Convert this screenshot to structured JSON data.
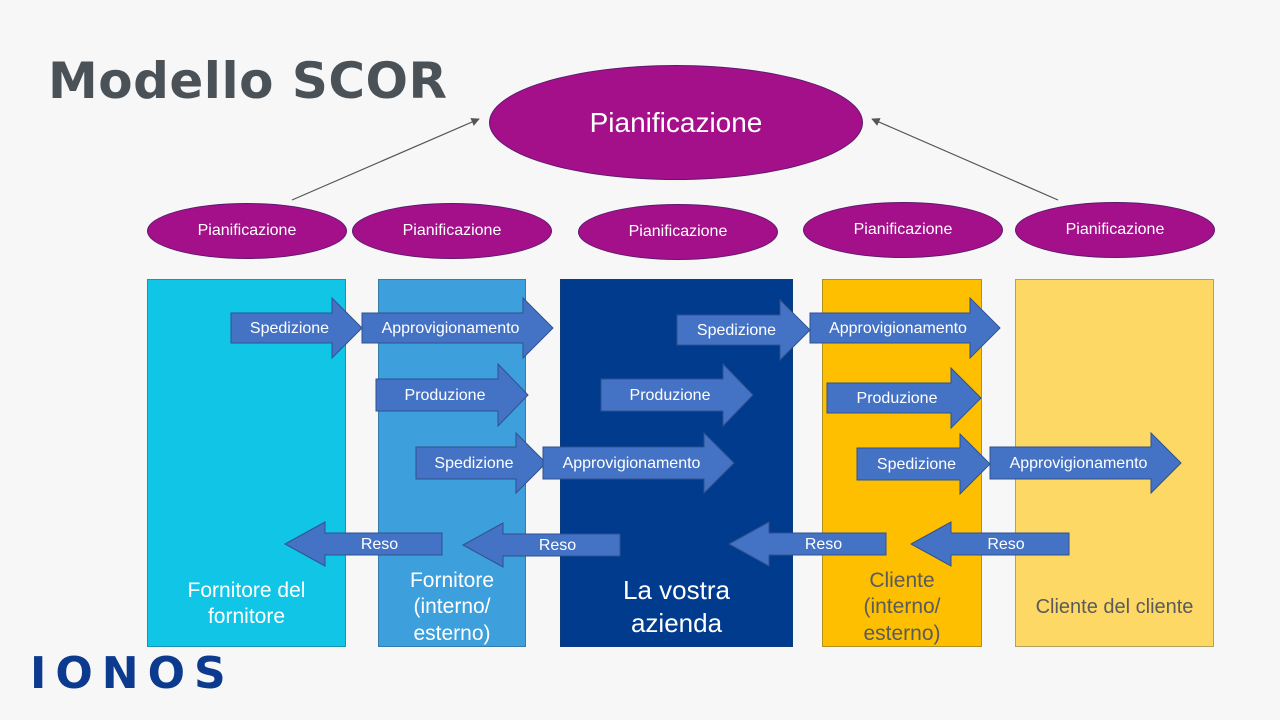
{
  "title": "Modello SCOR",
  "logo": "IONOS",
  "top_planning": "Pianificazione",
  "planning_ellipses": [
    "Pianificazione",
    "Pianificazione",
    "Pianificazione",
    "Pianificazione",
    "Pianificazione"
  ],
  "columns": [
    {
      "label": "Fornitore del fornitore",
      "color": "#10c5e6",
      "text_color": "#ffffff"
    },
    {
      "label": "Fornitore (interno/ esterno)",
      "color": "#3d9fdb",
      "text_color": "#ffffff"
    },
    {
      "label": "La vostra azienda",
      "color": "#003b8e",
      "text_color": "#ffffff"
    },
    {
      "label": "Cliente (interno/ esterno)",
      "color": "#fdbf00",
      "text_color": "#5b5b5b"
    },
    {
      "label": "Cliente del cliente",
      "color": "#fdd865",
      "text_color": "#5b5b5b"
    }
  ],
  "arrows": [
    {
      "label": "Spedizione",
      "direction": "right"
    },
    {
      "label": "Approvigionamento",
      "direction": "right"
    },
    {
      "label": "Spedizione",
      "direction": "right"
    },
    {
      "label": "Approvigionamento",
      "direction": "right"
    },
    {
      "label": "Produzione",
      "direction": "right"
    },
    {
      "label": "Produzione",
      "direction": "right"
    },
    {
      "label": "Produzione",
      "direction": "right"
    },
    {
      "label": "Spedizione",
      "direction": "right"
    },
    {
      "label": "Approvigionamento",
      "direction": "right"
    },
    {
      "label": "Spedizione",
      "direction": "right"
    },
    {
      "label": "Approvigionamento",
      "direction": "right"
    },
    {
      "label": "Reso",
      "direction": "left"
    },
    {
      "label": "Reso",
      "direction": "left"
    },
    {
      "label": "Reso",
      "direction": "left"
    },
    {
      "label": "Reso",
      "direction": "left"
    }
  ],
  "colors": {
    "arrow_fill": "#4472c4",
    "arrow_stroke": "#2f528f",
    "ellipse_fill": "#a3108a",
    "title_color": "#4a5258",
    "logo_color": "#0b3a8e"
  }
}
